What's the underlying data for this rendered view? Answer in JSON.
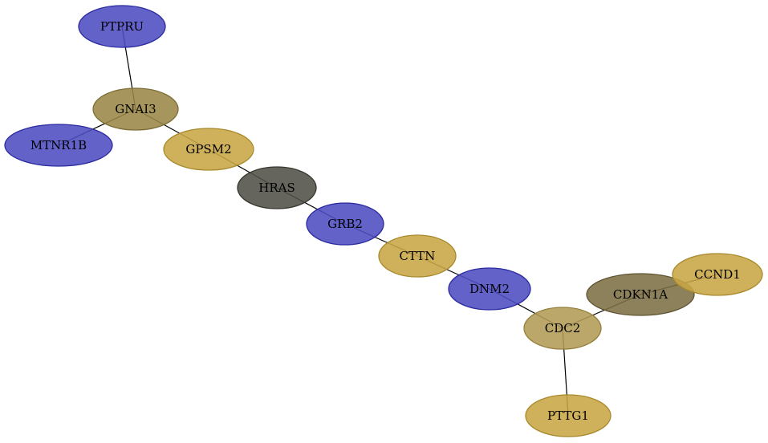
{
  "network": {
    "colors": {
      "blue": "#4c4cc2",
      "blue_border": "#2b2ba0",
      "gold": "#c8a646",
      "gold_border": "#a88a2c",
      "olive": "#9a8748",
      "olive_border": "#7e6d36",
      "khaki": "#b39b55",
      "khaki_border": "#94803d",
      "dark_olive": "#7d6f45",
      "dark_olive_border": "#5f5331",
      "gray": "#505048",
      "gray_border": "#38382f"
    },
    "nodes": [
      {
        "id": "PTPRU",
        "label": "PTPRU",
        "color": "blue"
      },
      {
        "id": "GNAI3",
        "label": "GNAI3",
        "color": "olive"
      },
      {
        "id": "MTNR1B",
        "label": "MTNR1B",
        "color": "blue"
      },
      {
        "id": "GPSM2",
        "label": "GPSM2",
        "color": "gold"
      },
      {
        "id": "HRAS",
        "label": "HRAS",
        "color": "gray"
      },
      {
        "id": "GRB2",
        "label": "GRB2",
        "color": "blue"
      },
      {
        "id": "CTTN",
        "label": "CTTN",
        "color": "gold"
      },
      {
        "id": "DNM2",
        "label": "DNM2",
        "color": "blue"
      },
      {
        "id": "CDC2",
        "label": "CDC2",
        "color": "khaki"
      },
      {
        "id": "CDKN1A",
        "label": "CDKN1A",
        "color": "dark_olive"
      },
      {
        "id": "CCND1",
        "label": "CCND1",
        "color": "gold"
      },
      {
        "id": "PTTG1",
        "label": "PTTG1",
        "color": "gold"
      }
    ],
    "edges": [
      [
        "PTPRU",
        "GNAI3"
      ],
      [
        "GNAI3",
        "MTNR1B"
      ],
      [
        "GNAI3",
        "GPSM2"
      ],
      [
        "GPSM2",
        "HRAS"
      ],
      [
        "HRAS",
        "GRB2"
      ],
      [
        "GRB2",
        "CTTN"
      ],
      [
        "CTTN",
        "DNM2"
      ],
      [
        "DNM2",
        "CDC2"
      ],
      [
        "CDC2",
        "CDKN1A"
      ],
      [
        "CDKN1A",
        "CCND1"
      ],
      [
        "CDC2",
        "PTTG1"
      ]
    ]
  }
}
